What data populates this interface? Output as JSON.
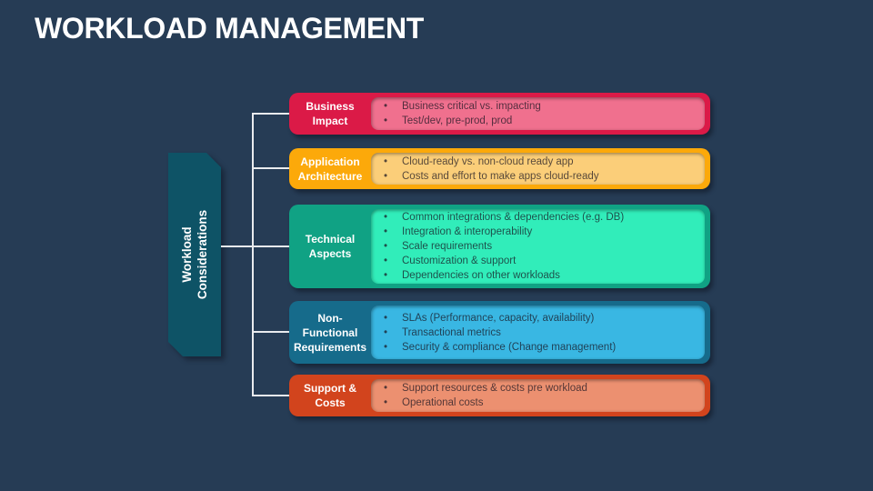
{
  "slide": {
    "title": "WORKLOAD MANAGEMENT",
    "background_color": "#263C55",
    "connector_color": "#E9EBEE"
  },
  "root_node": {
    "label": "Workload\nConsiderations",
    "color": "#0E5366",
    "text_color": "#FFFFFF"
  },
  "cards": [
    {
      "id": "business-impact",
      "label": "Business\nImpact",
      "outer_color": "#DB1A47",
      "inner_color": "#F0708E",
      "bullets": [
        "Business critical vs. impacting",
        "Test/dev, pre-prod, prod"
      ]
    },
    {
      "id": "application-architecture",
      "label": "Application\nArchitecture",
      "outer_color": "#FCA90A",
      "inner_color": "#FBCE79",
      "bullets": [
        "Cloud-ready vs. non-cloud ready app",
        "Costs and effort to make apps cloud-ready"
      ]
    },
    {
      "id": "technical-aspects",
      "label": "Technical\nAspects",
      "outer_color": "#10A284",
      "inner_color": "#31EDBA",
      "bullets": [
        "Common integrations & dependencies (e.g. DB)",
        "Integration & interoperability",
        "Scale requirements",
        "Customization & support",
        "Dependencies on other workloads"
      ]
    },
    {
      "id": "non-functional-requirements",
      "label": "Non-\nFunctional\nRequirements",
      "outer_color": "#166B8B",
      "inner_color": "#39B7E3",
      "bullets": [
        "SLAs (Performance, capacity, availability)",
        "Transactional metrics",
        "Security & compliance (Change management)"
      ]
    },
    {
      "id": "support-costs",
      "label": "Support &\nCosts",
      "outer_color": "#D2441D",
      "inner_color": "#EC9070",
      "bullets": [
        "Support resources & costs pre workload",
        "Operational costs"
      ]
    }
  ]
}
